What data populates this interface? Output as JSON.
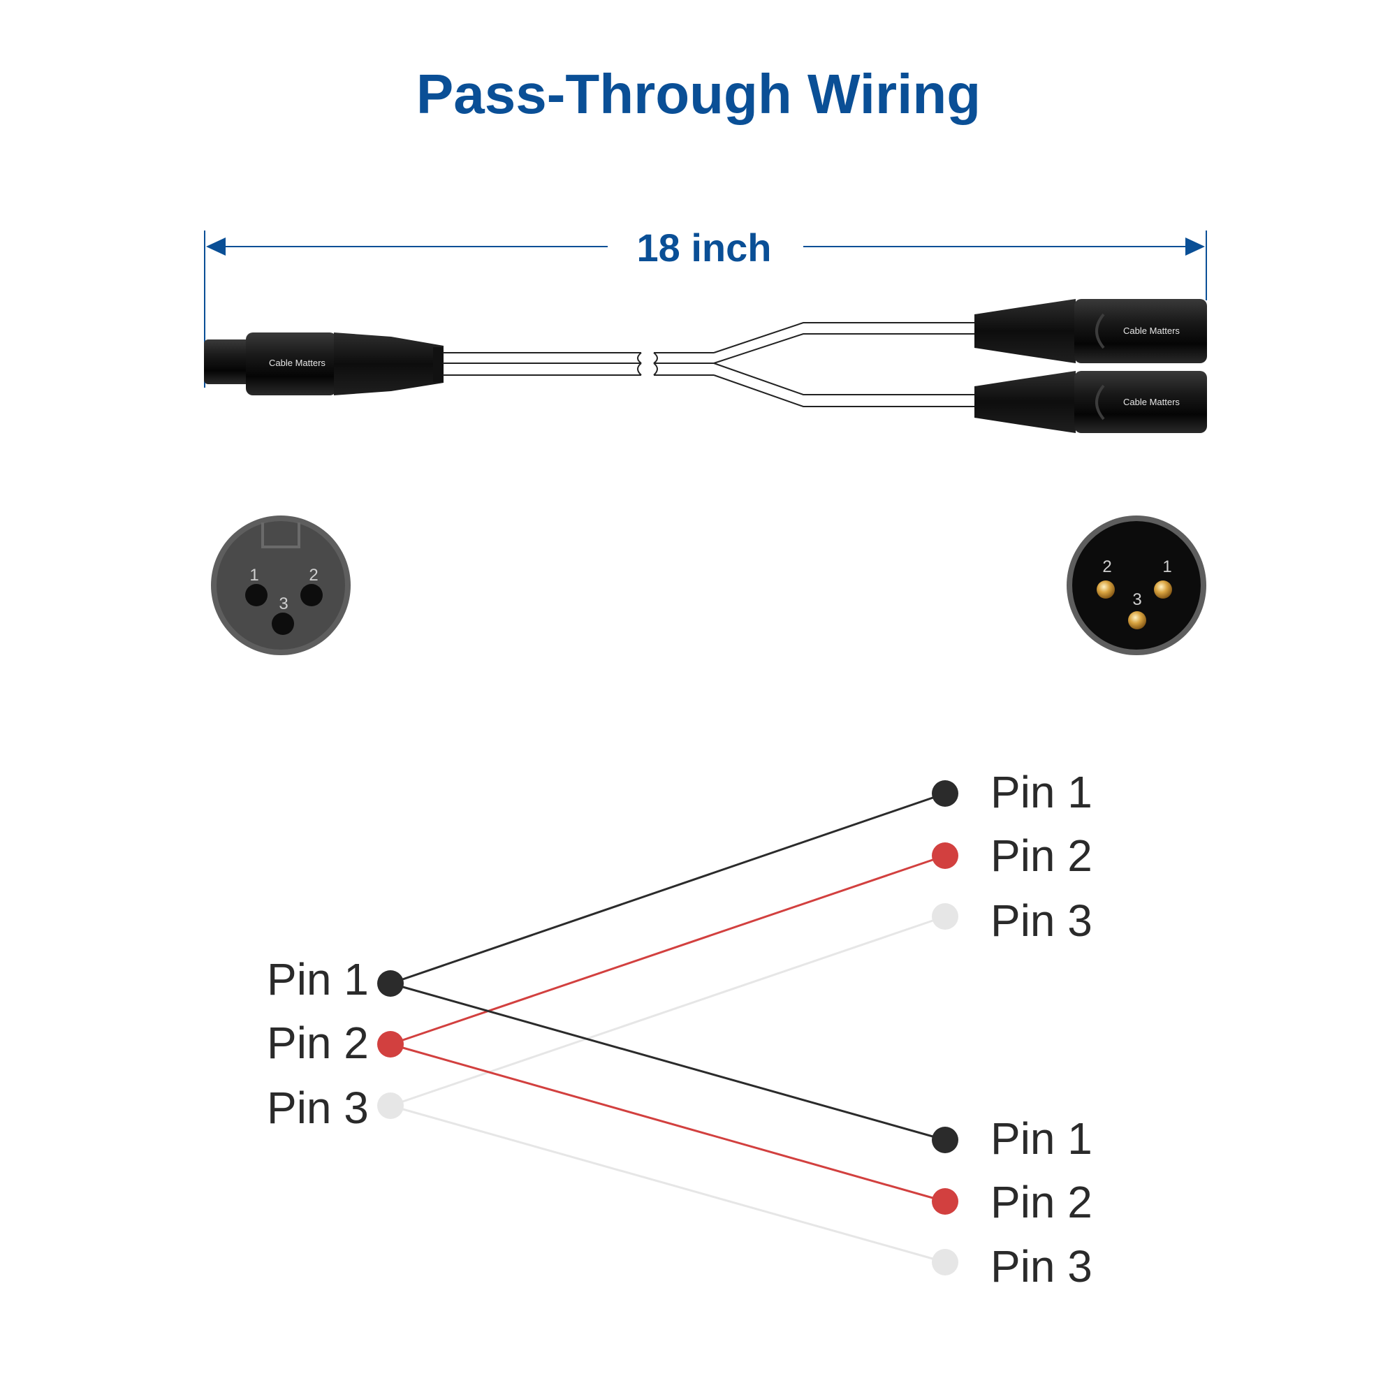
{
  "title": "Pass-Through Wiring",
  "length_label": "18 inch",
  "brand_text": "Cable Matters",
  "colors": {
    "title": "#0a4f96",
    "pin1": "#2b2b2b",
    "pin2": "#d2403f",
    "pin3": "#e6e6e6"
  },
  "female_face": {
    "pins": [
      "1",
      "2",
      "3"
    ]
  },
  "male_face": {
    "pins": [
      "2",
      "1",
      "3"
    ]
  },
  "wiring": {
    "source_labels": [
      "Pin 1",
      "Pin 2",
      "Pin 3"
    ],
    "output_top_labels": [
      "Pin 1",
      "Pin 2",
      "Pin 3"
    ],
    "output_bottom_labels": [
      "Pin 1",
      "Pin 2",
      "Pin 3"
    ]
  }
}
